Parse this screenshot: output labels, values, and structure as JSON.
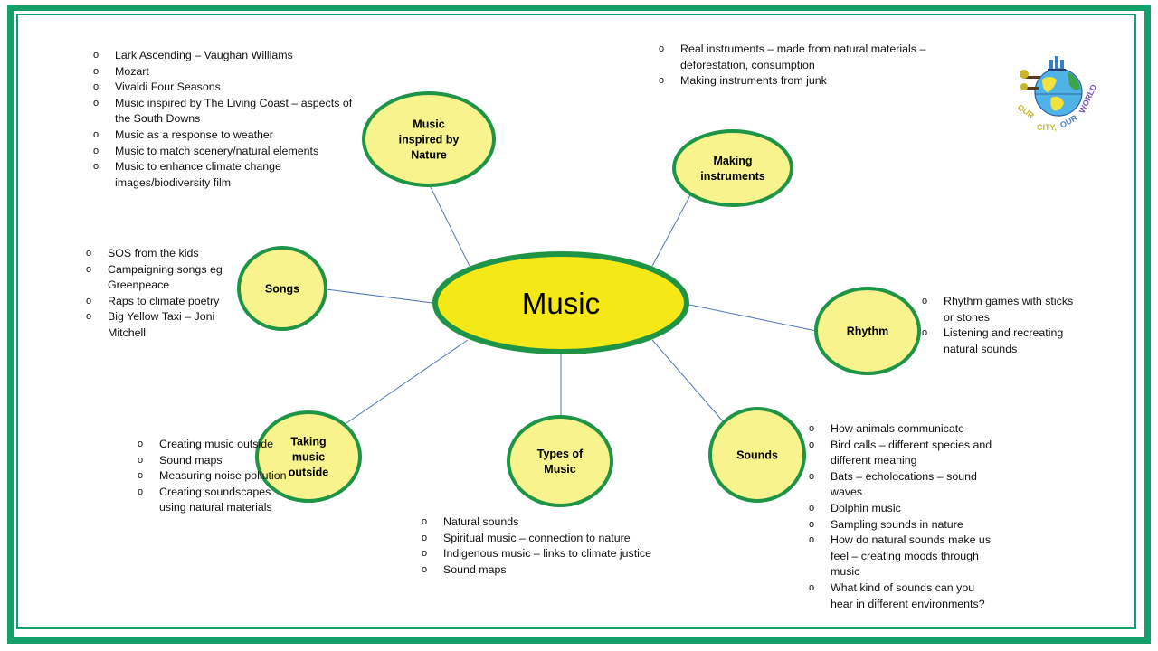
{
  "diagram": {
    "center": {
      "label": "Music"
    },
    "colors": {
      "frame": "#13a06a",
      "bubble_fill": "#f8f38c",
      "bubble_stroke": "#1e9447",
      "center_fill": "#f5e817",
      "connector": "#4f75b8"
    },
    "branches": [
      {
        "id": "nature",
        "label_lines": [
          "Music",
          "inspired by",
          "Nature"
        ],
        "notes": [
          "Lark Ascending – Vaughan Williams",
          "Mozart",
          "Vivaldi Four Seasons",
          "Music inspired by The Living Coast – aspects of the South Downs",
          "Music as a response to weather",
          "Music to match scenery/natural elements",
          "Music to enhance climate change images/biodiversity film"
        ]
      },
      {
        "id": "making",
        "label_lines": [
          "Making",
          "instruments"
        ],
        "notes": [
          "Real instruments – made from natural materials – deforestation, consumption",
          "Making instruments from junk"
        ]
      },
      {
        "id": "songs",
        "label_lines": [
          "Songs"
        ],
        "notes": [
          "SOS from the kids",
          "Campaigning songs  eg Greenpeace",
          "Raps to climate poetry",
          "Big Yellow Taxi – Joni Mitchell"
        ]
      },
      {
        "id": "rhythm",
        "label_lines": [
          "Rhythm"
        ],
        "notes": [
          "Rhythm games with sticks or stones",
          "Listening and recreating natural sounds"
        ]
      },
      {
        "id": "outside",
        "label_lines": [
          "Taking",
          "music",
          "outside"
        ],
        "notes": [
          "Creating music outside",
          "Sound maps",
          "Measuring noise pollution",
          "Creating soundscapes using natural materials"
        ]
      },
      {
        "id": "types",
        "label_lines": [
          "Types of",
          "Music"
        ],
        "notes": [
          "Natural sounds",
          "Spiritual music – connection to nature",
          "Indigenous music – links to climate justice",
          "Sound maps"
        ]
      },
      {
        "id": "sounds",
        "label_lines": [
          "Sounds"
        ],
        "notes": [
          "How animals communicate",
          "Bird calls – different species and different meaning",
          "Bats – echolocations – sound waves",
          "Dolphin music",
          "Sampling sounds in nature",
          "How do natural sounds make us feel – creating moods through music",
          "What kind of sounds can you hear in different environments?"
        ]
      }
    ]
  },
  "logo": {
    "name": "our-city-our-world-logo",
    "text": "OUR CITY, OUR WORLD"
  }
}
